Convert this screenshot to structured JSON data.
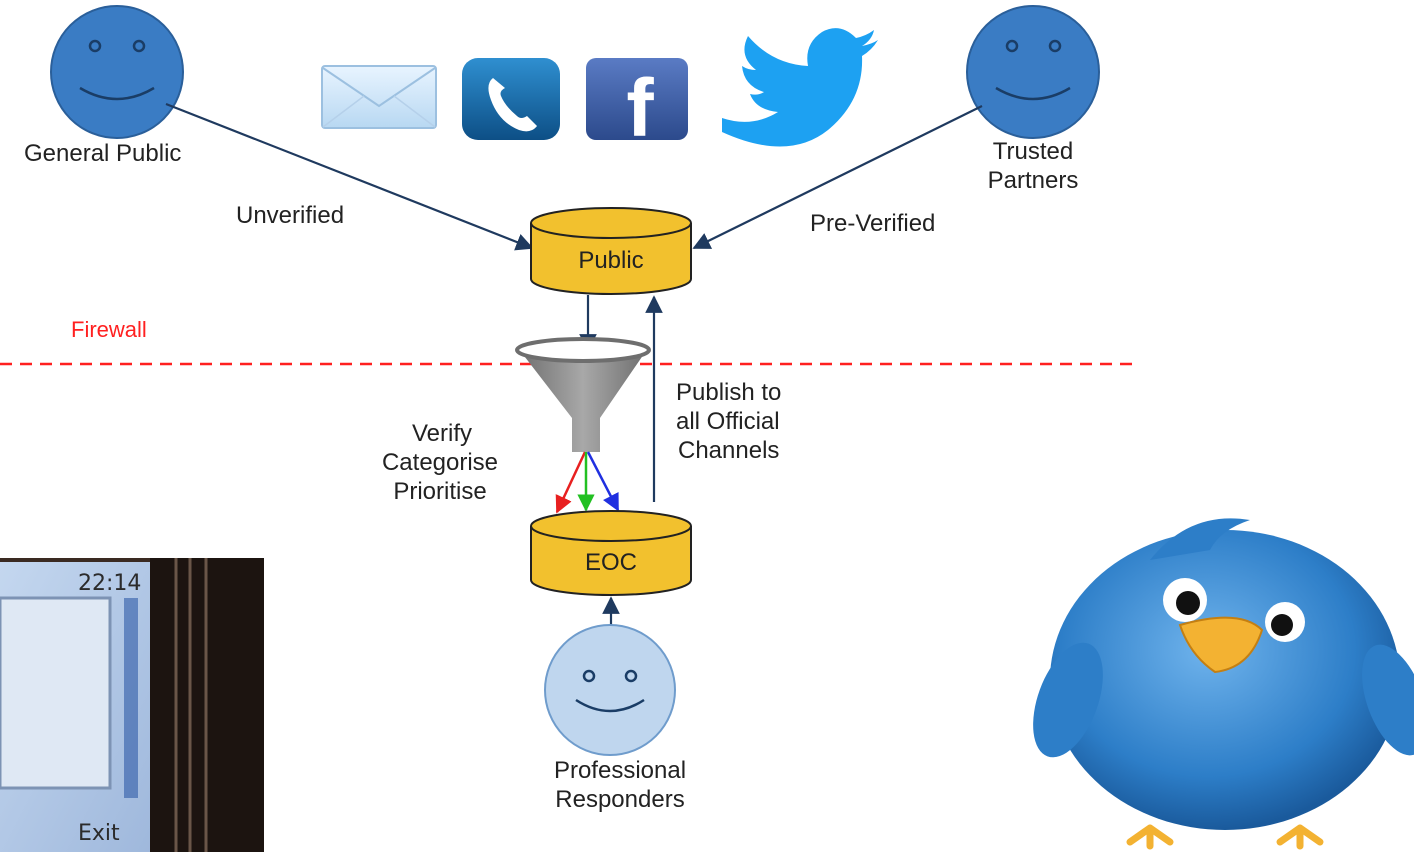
{
  "colors": {
    "face_blue": "#3a7cc4",
    "face_light": "#bfd6ee",
    "cylinder_gold": "#f2c12e",
    "arrow_navy": "#1f3a5f",
    "firewall_red": "#ff2020",
    "funnel_gray": "#8a8a8a",
    "verify_red": "#e82020",
    "verify_green": "#22c022",
    "verify_blue": "#2030e0"
  },
  "actors": {
    "general_public": "General Public",
    "trusted_partners_line1": "Trusted",
    "trusted_partners_line2": "Partners",
    "professional_line1": "Professional",
    "professional_line2": "Responders"
  },
  "edges": {
    "unverified": "Unverified",
    "pre_verified": "Pre-Verified",
    "publish_line1": "Publish to",
    "publish_line2": "all Official",
    "publish_line3": "Channels",
    "verify_line1": "Verify",
    "verify_line2": "Categorise",
    "verify_line3": "Prioritise"
  },
  "stores": {
    "public": "Public",
    "eoc": "EOC"
  },
  "firewall": {
    "label": "Firewall"
  },
  "channels": {
    "icons": [
      "email-icon",
      "phone-icon",
      "facebook-icon",
      "twitter-icon"
    ],
    "facebook_letter": "f"
  },
  "phone_photo": {
    "time": "22:14",
    "softkey": "Exit"
  }
}
